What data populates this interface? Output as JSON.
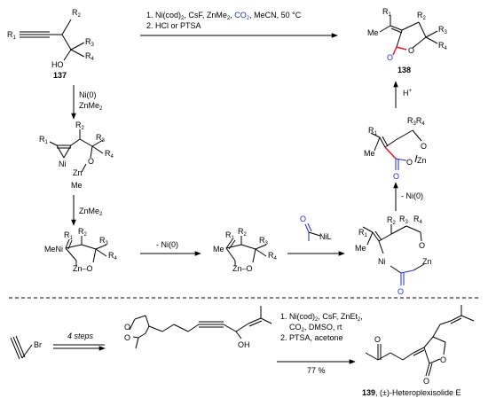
{
  "colors": {
    "ink": "#000000",
    "co2_blue": "#1f2fc9",
    "bond_red": "#e0182e"
  },
  "top_scheme": {
    "direct_conditions": {
      "line1_prefix": "1. Ni(cod)",
      "line1_sub": "2",
      "line1_mid": ", CsF, ZnMe",
      "line1_sub2": "2",
      "line1_sep": ", ",
      "line1_co2": "CO",
      "line1_co2_sub": "2",
      "line1_end": ", MeCN, 50 °C",
      "line2": "2. HCl or PTSA"
    },
    "compound_137": {
      "id": "137",
      "R1": "R",
      "R1_sub": "1",
      "R2": "R",
      "R2_sub": "2",
      "R3": "R",
      "R3_sub": "3",
      "R4": "R",
      "R4_sub": "4",
      "HO": "HO"
    },
    "compound_138": {
      "id": "138",
      "Me": "Me",
      "R1": "R",
      "R1_sub": "1",
      "R2": "R",
      "R2_sub": "2",
      "R3": "R",
      "R3_sub": "3",
      "R4": "R",
      "R4_sub": "4",
      "O_ring": "O",
      "O_carbonyl": "O"
    },
    "step_ni_znme2": {
      "line1": "Ni(0)",
      "line2": "ZnMe",
      "line2_sub": "2"
    },
    "step_znme2": {
      "label": "ZnMe",
      "label_sub": "2"
    },
    "step_minus_ni_1": "- Ni(0)",
    "step_minus_ni_2": "- Ni(0)",
    "step_h_plus": {
      "label": "H",
      "sup": "+"
    },
    "nickelacyclopropene": {
      "R1": "R",
      "R1_sub": "1",
      "R2": "R",
      "R2_sub": "2",
      "R3": "R",
      "R3_sub": "3",
      "R4": "R",
      "R4_sub": "4",
      "Ni": "Ni",
      "Zn": "Zn",
      "O": "O",
      "Me": "Me"
    },
    "vinyl_nickel_zinc": {
      "R1": "R",
      "R1_sub": "1",
      "R2": "R",
      "R2_sub": "2",
      "R3": "R",
      "R3_sub": "3",
      "R4": "R",
      "R4_sub": "4",
      "MeNi": "MeNi",
      "ZnO": "Zn–O"
    },
    "zinc_alkoxide": {
      "Me": "Me",
      "R1": "R",
      "R1_sub": "1",
      "R2": "R",
      "R2_sub": "2",
      "R3": "R",
      "R3_sub": "3",
      "R4": "R",
      "R4_sub": "4",
      "ZnO": "Zn–O"
    },
    "ni_co2": {
      "O": "O",
      "NiL": "NiL"
    },
    "nickelalactone": {
      "Me": "Me",
      "R1": "R",
      "R1_sub": "1",
      "R2": "R",
      "R2_sub": "2",
      "R3": "R",
      "R3_sub": "3",
      "R4": "R",
      "R4_sub": "4",
      "Ni": "Ni",
      "O": "O",
      "Zn": "Zn",
      "O_ring": "O"
    },
    "zinc_carboxylate": {
      "Me": "Me",
      "R1": "R",
      "R1_sub": "1",
      "R3R4": "R",
      "R3_sub": "3",
      "R4_sub": "4",
      "O_top": "O",
      "O_bottom": "O",
      "Zn": "Zn"
    }
  },
  "bottom_scheme": {
    "start_material": {
      "Br": "Br"
    },
    "steps_label": "4 steps",
    "intermediate": {
      "OH": "OH",
      "O1": "O",
      "O2": "O"
    },
    "conditions": {
      "l1_prefix": "1. Ni(cod)",
      "l1_sub": "2",
      "l1_mid": ", CsF, ZnEt",
      "l1_sub2": "2",
      "l1_end": ",",
      "l2_co": "CO",
      "l2_sub": "2",
      "l2_end": ", DMSO, rt",
      "l3": "2. PTSA, acetone",
      "yield": "77 %"
    },
    "product": {
      "O_ketone": "O",
      "O_ring": "O",
      "O_carbonyl": "O",
      "id": "139",
      "name": ", (±)-Heteroplexisolide E"
    }
  }
}
